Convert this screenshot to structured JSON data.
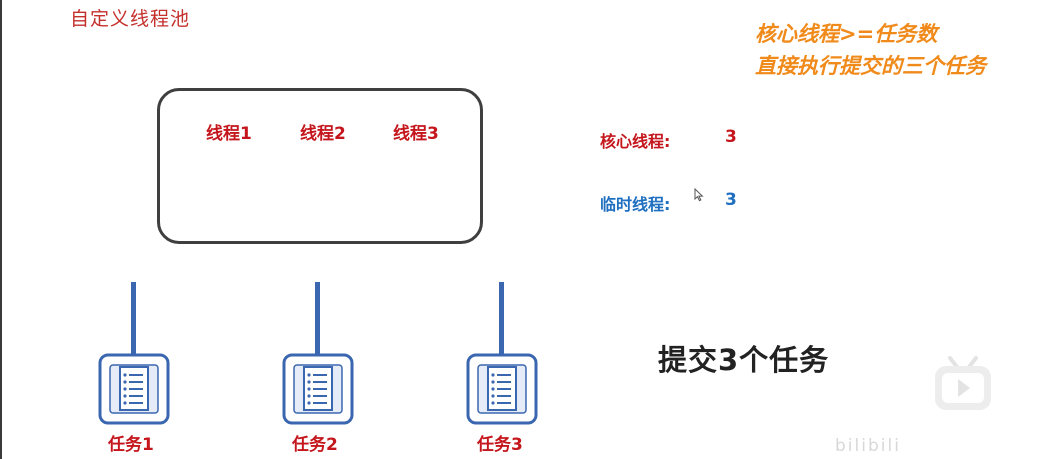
{
  "page": {
    "title": "自定义线程池"
  },
  "notes": {
    "line1": "核心线程>=任务数",
    "line2": "直接执行提交的三个任务"
  },
  "pool": {
    "threads": [
      "线程1",
      "线程2",
      "线程3"
    ]
  },
  "stats": {
    "core_label": "核心线程:",
    "core_value": "3",
    "temp_label": "临时线程:",
    "temp_value": "3"
  },
  "tasks": {
    "labels": [
      "任务1",
      "任务2",
      "任务3"
    ],
    "icon": "task-document-icon"
  },
  "caption": "提交3个任务",
  "overlay": {
    "watermark": "bilibili",
    "player_icon": "bilibili-tv-icon"
  },
  "colors": {
    "accent_red": "#c4161c",
    "accent_blue": "#1f6fc0",
    "note_orange": "#f08a1a",
    "connector_blue": "#3b66b0"
  }
}
